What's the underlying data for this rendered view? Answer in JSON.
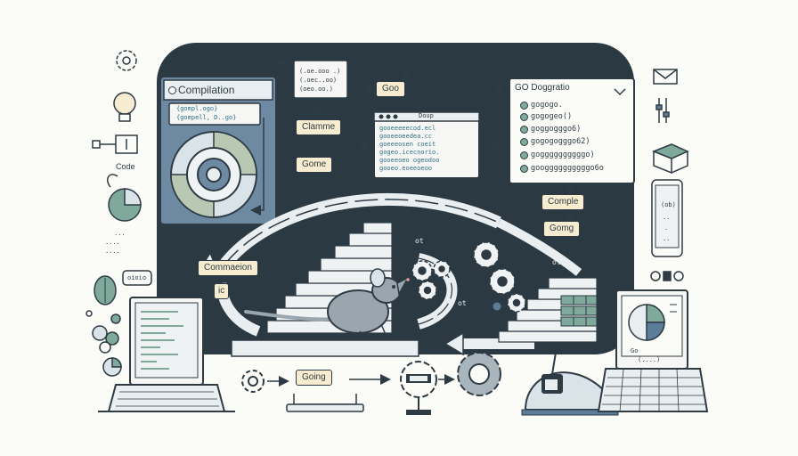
{
  "compilation_panel": {
    "title": "Compilation",
    "code_lines": [
      "{gompl.ogo}",
      "{gompell, D..go}"
    ]
  },
  "labels": {
    "goo": "Goo",
    "clamme": "Clamme",
    "gome": "Gome",
    "comple": "Comple",
    "gomg": "Gomg",
    "commaeion": "Commaeion",
    "going": "Going",
    "code": "Code",
    "oioio": "oioio",
    "ic": "ic",
    "ot1": "ot",
    "ot2": "ot",
    "ot3": "ot"
  },
  "code_window": {
    "title": "Doup",
    "lines": [
      "gooeeeeecod.ecl",
      "gooeeoeedea.cc",
      "goeeeosen coeit",
      "gogeo.icecnorio.",
      "gooeeoeo ogeodoo",
      "gooeo.eoeeoeoo"
    ]
  },
  "go_program": {
    "title": "GO Doggratio",
    "items": [
      "gogogo.",
      "gogogeo()",
      "goggogggo6)",
      "gogogogggo62)",
      "goggggggggggo)",
      "googgggggggggo6o"
    ]
  },
  "side_text": {
    "left_lines": [
      "...",
      "....",
      "...."
    ],
    "right_lines": [
      "(ob)",
      "..",
      ".",
      ".."
    ],
    "monitor_lines": [
      "Go",
      "(....)"
    ]
  },
  "colors": {
    "navy": "#2e3b44",
    "panel_blue": "#5b7d98",
    "teal": "#7fa99a",
    "cream": "#f7ecd0",
    "light_gray": "#e9eef1"
  }
}
